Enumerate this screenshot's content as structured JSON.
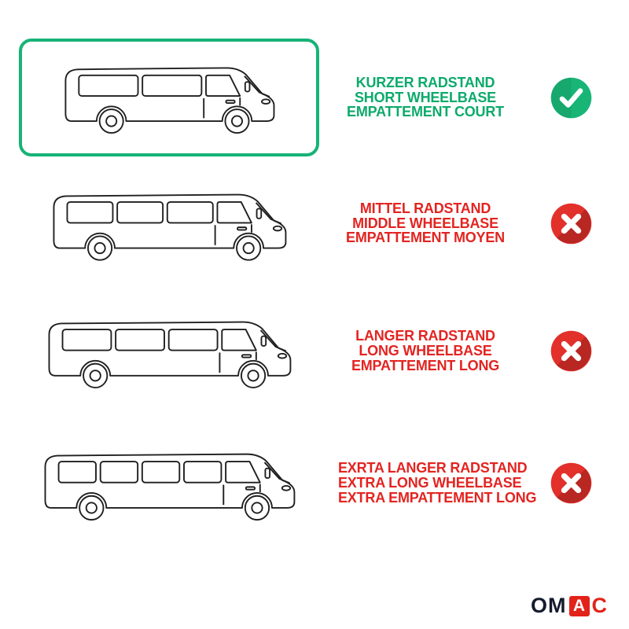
{
  "rows": [
    {
      "id": "short",
      "status": "included",
      "icon": "check",
      "lines": [
        "KURZER RADSTAND",
        "SHORT WHEELBASE",
        "EMPATTEMENT COURT"
      ]
    },
    {
      "id": "middle",
      "status": "excluded",
      "icon": "cross",
      "lines": [
        "MITTEL RADSTAND",
        "MIDDLE WHEELBASE",
        "EMPATTEMENT MOYEN"
      ]
    },
    {
      "id": "long",
      "status": "excluded",
      "icon": "cross",
      "lines": [
        "LANGER RADSTAND",
        "LONG WHEELBASE",
        "EMPATTEMENT LONG"
      ]
    },
    {
      "id": "extra-long",
      "status": "excluded",
      "icon": "cross",
      "lines": [
        "EXRTA LANGER RADSTAND",
        "EXTRA LONG WHEELBASE",
        "EXTRA EMPATTEMENT LONG"
      ]
    }
  ],
  "brand": {
    "name": "OMAC",
    "dark_letters": "OM",
    "badge_letter": "A",
    "red_letter": "C"
  },
  "colors": {
    "text_green": "#0caa6b",
    "text_red": "#e32421",
    "icon_green": "#19b576",
    "icon_red": "#e2302b",
    "frame_green": "#17b377",
    "ink": "#1f1f1f",
    "logo_dark": "#141b2d",
    "logo_red": "#e2231a"
  }
}
